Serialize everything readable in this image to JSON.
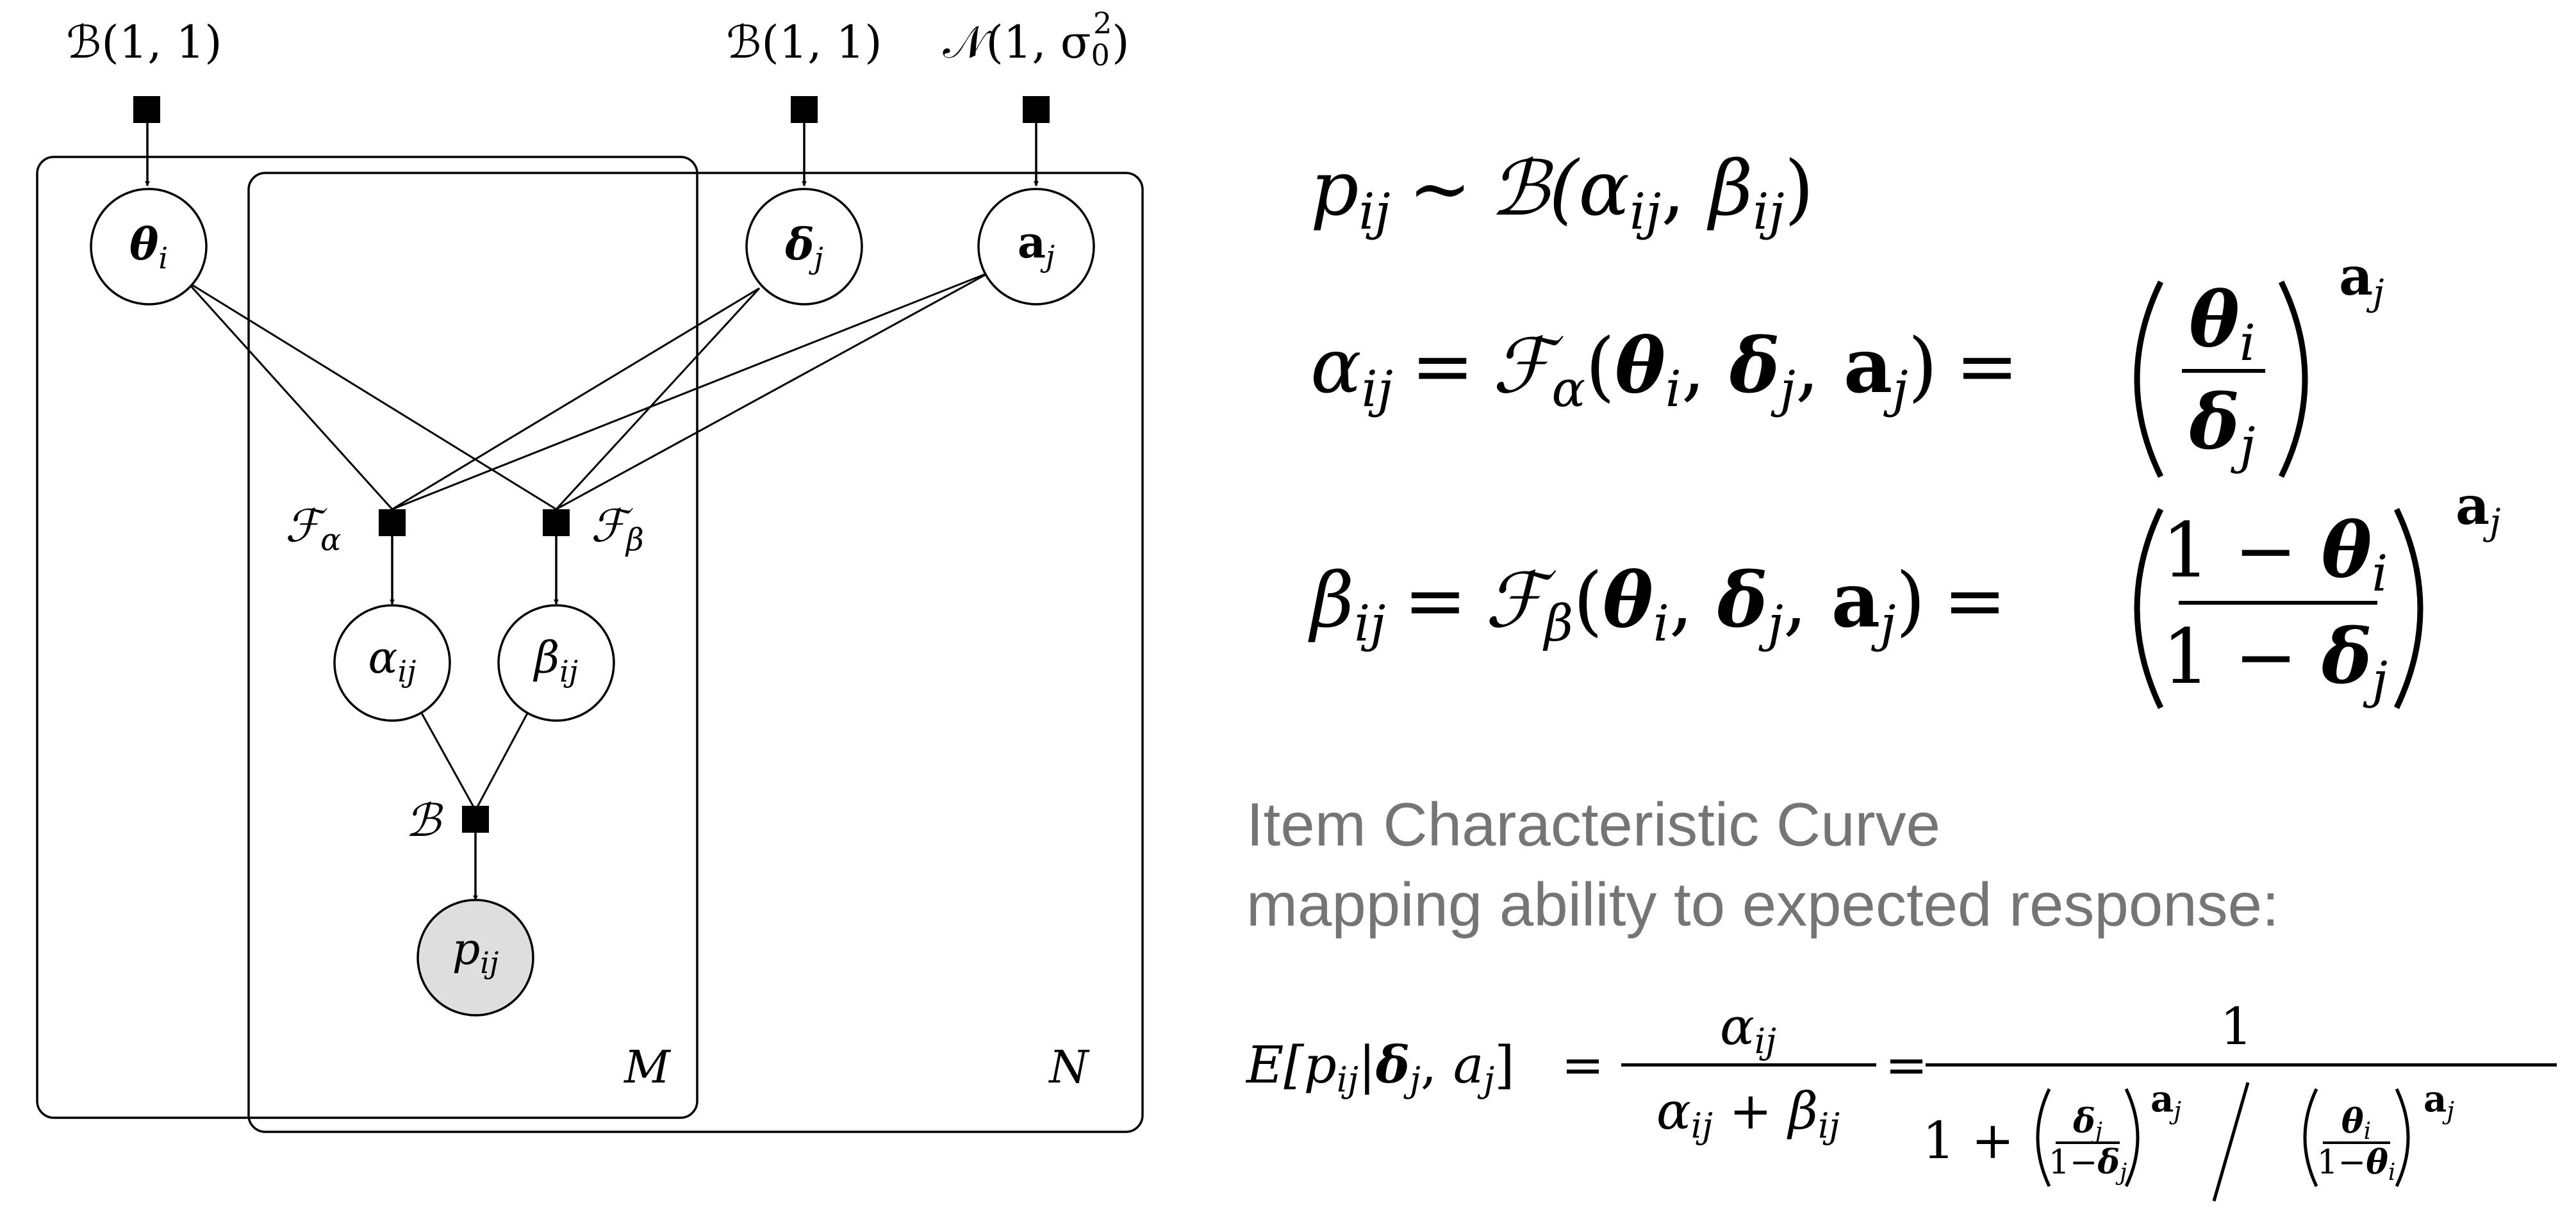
{
  "graph": {
    "priors": {
      "theta": "ℬ(1, 1)",
      "delta": "ℬ(1, 1)",
      "a_lead": "𝒩(1, σ",
      "a_sub": "0",
      "a_sup": "2",
      "a_tail": ")"
    },
    "nodes": {
      "theta": {
        "base": "θ",
        "sub": "i"
      },
      "delta": {
        "base": "δ",
        "sub": "j"
      },
      "a": {
        "base": "a",
        "sub": "j"
      },
      "alpha": {
        "base": "α",
        "sub": "ij"
      },
      "beta": {
        "base": "β",
        "sub": "ij"
      },
      "p": {
        "base": "p",
        "sub": "ij"
      }
    },
    "factors": {
      "f_alpha": {
        "base": "ℱ",
        "sub": "α"
      },
      "f_beta": {
        "base": "ℱ",
        "sub": "β"
      },
      "bern": "ℬ"
    },
    "plates": {
      "m": "M",
      "n": "N"
    }
  },
  "equations": {
    "eq1": {
      "lhs_base": "p",
      "lhs_sub": "ij",
      "rel": "∼",
      "dist": "ℬ(",
      "arg1_base": "α",
      "arg1_sub": "ij",
      "comma": ", ",
      "arg2_base": "β",
      "arg2_sub": "ij",
      "close": ")"
    },
    "eq2": {
      "lhs_base": "α",
      "lhs_sub": "ij",
      "eq": "=",
      "func": "ℱ",
      "func_sub": "α",
      "open": "(",
      "theta": "θ",
      "theta_sub": "i",
      "delta": "δ",
      "delta_sub": "j",
      "a": "a",
      "a_sub": "j",
      "comma": ", ",
      "close": ")",
      "eq_b": "=",
      "num": "θ",
      "num_sub": "i",
      "den": "δ",
      "den_sub": "j",
      "exp_base": "a",
      "exp_sub": "j"
    },
    "eq3": {
      "lhs_base": "β",
      "lhs_sub": "ij",
      "eq": "=",
      "func": "ℱ",
      "func_sub": "β",
      "open": "(",
      "theta": "θ",
      "theta_sub": "i",
      "delta": "δ",
      "delta_sub": "j",
      "a": "a",
      "a_sub": "j",
      "comma": ", ",
      "close": ")",
      "eq_b": "=",
      "num_lead": "1 − ",
      "num": "θ",
      "num_sub": "i",
      "den_lead": "1 − ",
      "den": "δ",
      "den_sub": "j",
      "exp_base": "a",
      "exp_sub": "j"
    }
  },
  "caption": {
    "line1": "Item Characteristic Curve",
    "line2": "mapping ability to expected response:"
  },
  "icc": {
    "lhs_e": "E[",
    "lhs_p": "p",
    "lhs_p_sub": "ij",
    "lhs_bar": "|",
    "lhs_delta": "δ",
    "lhs_delta_sub": "j",
    "lhs_comma": ", ",
    "lhs_a": "a",
    "lhs_a_sub": "j",
    "lhs_close": "]",
    "eq1": "=",
    "f1_num": "α",
    "f1_num_sub": "ij",
    "f1_den_a": "α",
    "f1_den_a_sub": "ij",
    "f1_den_plus": " + ",
    "f1_den_b": "β",
    "f1_den_b_sub": "ij",
    "eq2": "=",
    "f2_num": "1",
    "f2_den_lead": "1 +",
    "sf1_num": "δ",
    "sf1_num_sub": "j",
    "sf1_den_lead": "1−",
    "sf1_den": "δ",
    "sf1_den_sub": "j",
    "exp1_base": "a",
    "exp1_sub": "j",
    "sf2_num": "θ",
    "sf2_num_sub": "i",
    "sf2_den_lead": "1−",
    "sf2_den": "θ",
    "sf2_den_sub": "i",
    "exp2_base": "a",
    "exp2_sub": "j"
  }
}
